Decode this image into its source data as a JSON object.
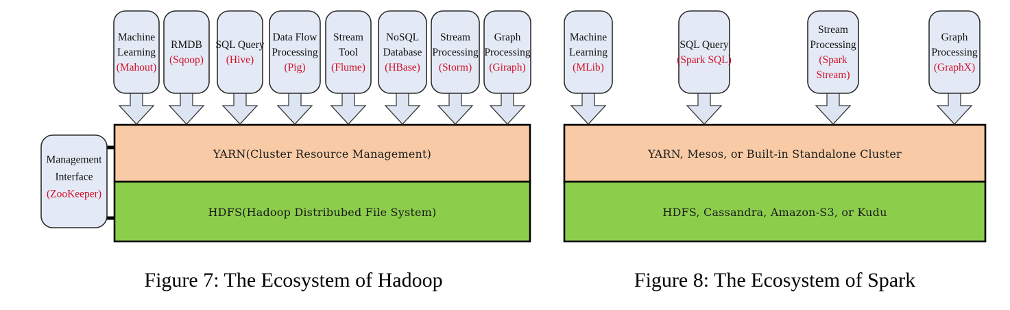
{
  "figures": [
    {
      "id": "hadoop",
      "caption": "Figure 7: The Ecosystem of Hadoop",
      "side_box": {
        "lines": [
          "Management",
          "Interface"
        ],
        "tech": "(ZooKeeper)"
      },
      "components": [
        {
          "lines": [
            "Machine",
            "Learning"
          ],
          "tech": "(Mahout)"
        },
        {
          "lines": [
            "RMDB"
          ],
          "tech": "(Sqoop)"
        },
        {
          "lines": [
            "SQL Query"
          ],
          "tech": "(Hive)"
        },
        {
          "lines": [
            "Data Flow",
            "Processing"
          ],
          "tech": "(Pig)"
        },
        {
          "lines": [
            "Stream",
            "Tool"
          ],
          "tech": "(Flume)"
        },
        {
          "lines": [
            "NoSQL",
            "Database"
          ],
          "tech": "(HBase)"
        },
        {
          "lines": [
            "Stream",
            "Processing"
          ],
          "tech": "(Storm)"
        },
        {
          "lines": [
            "Graph",
            "Processing"
          ],
          "tech": "(Giraph)"
        }
      ],
      "layers": [
        {
          "name": "resource-layer",
          "label": "YARN(Cluster Resource Management)",
          "color": "#f8cba6"
        },
        {
          "name": "storage-layer",
          "label": "HDFS(Hadoop Distribubed File System)",
          "color": "#8cce4c"
        }
      ]
    },
    {
      "id": "spark",
      "caption": "Figure 8: The Ecosystem of Spark",
      "side_box": null,
      "components": [
        {
          "lines": [
            "Machine",
            "Learning"
          ],
          "tech": "(MLib)"
        },
        {
          "lines": [
            "SQL Query"
          ],
          "tech": "(Spark SQL)"
        },
        {
          "lines": [
            "Stream",
            "Processing"
          ],
          "tech": "(Spark Stream)"
        },
        {
          "lines": [
            "Graph",
            "Processing"
          ],
          "tech": "(GraphX)"
        }
      ],
      "layers": [
        {
          "name": "resource-layer",
          "label": "YARN, Mesos, or Built-in Standalone Cluster",
          "color": "#f8cba6"
        },
        {
          "name": "storage-layer",
          "label": "HDFS, Cassandra, Amazon-S3, or Kudu",
          "color": "#8cce4c"
        }
      ]
    }
  ],
  "colors": {
    "resource_bar": "#f8cba6",
    "storage_bar": "#8cce4c",
    "node_fill": "#e4eaf5",
    "tech_text": "#d2102a",
    "outline": "#000000"
  }
}
